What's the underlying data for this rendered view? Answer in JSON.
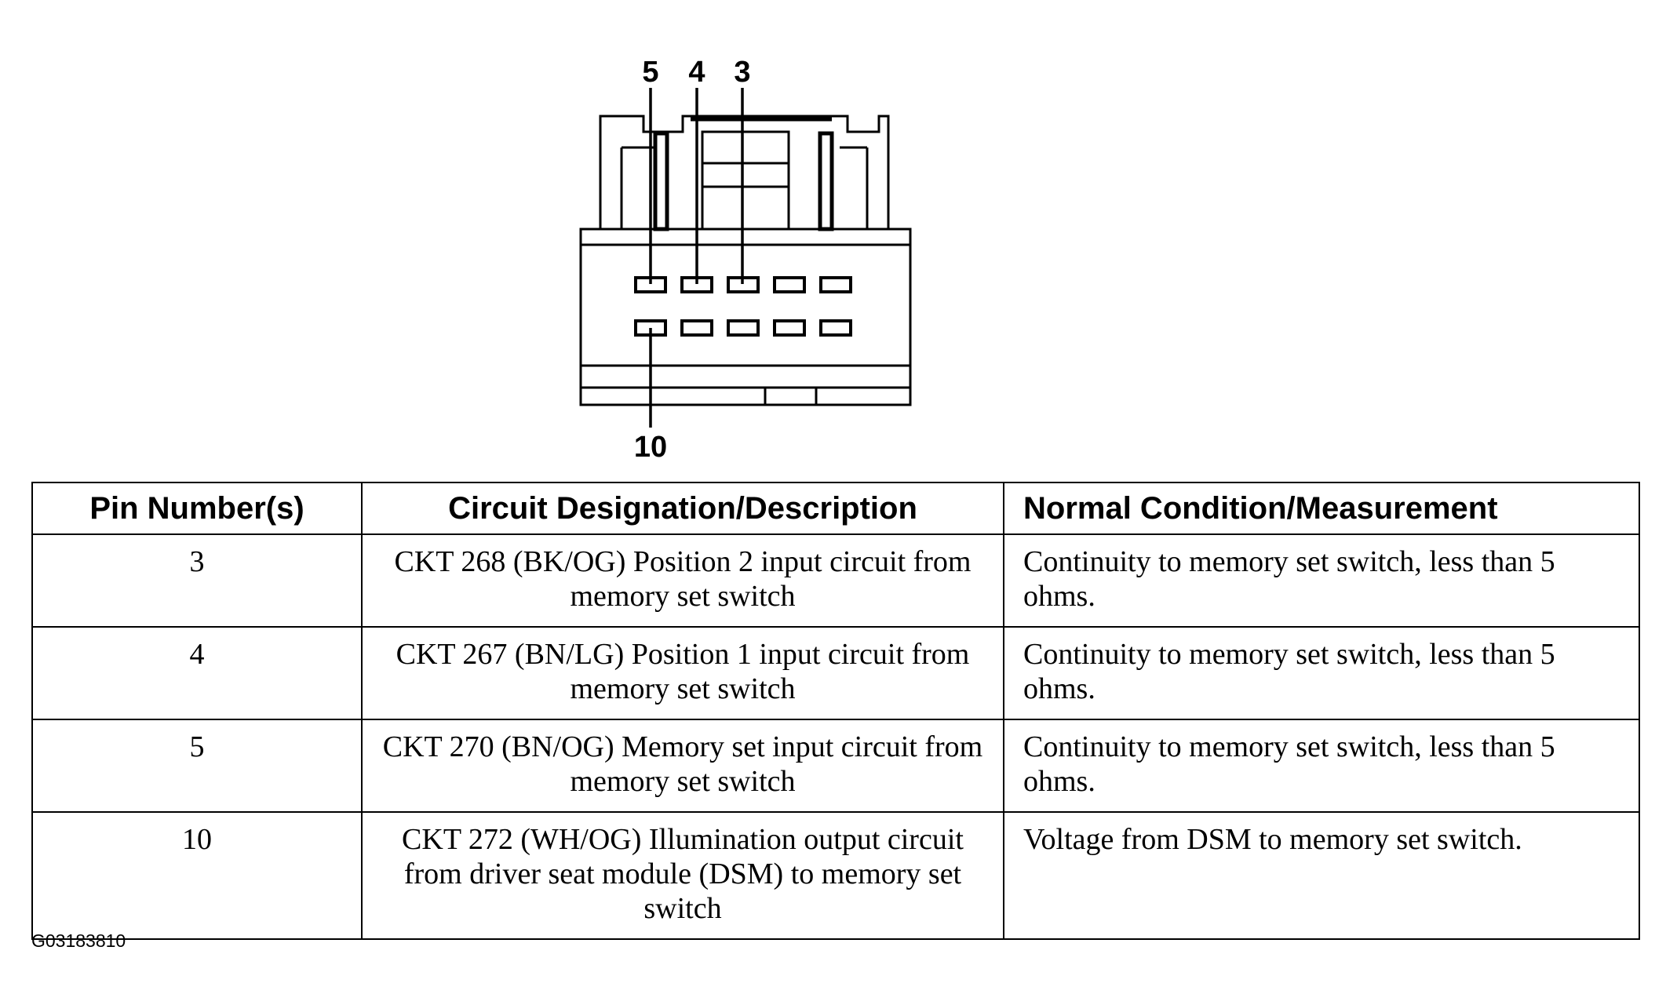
{
  "connector": {
    "top_labels": [
      "5",
      "4",
      "3"
    ],
    "bottom_label": "10"
  },
  "table": {
    "headers": [
      "Pin Number(s)",
      "Circuit Designation/Description",
      "Normal Condition/Measurement"
    ],
    "rows": [
      {
        "pin": "3",
        "description": "CKT 268 (BK/OG) Position 2 input circuit from memory set switch",
        "condition": "Continuity to memory set switch, less than 5 ohms."
      },
      {
        "pin": "4",
        "description": "CKT 267 (BN/LG) Position 1 input circuit from memory set switch",
        "condition": "Continuity to memory set switch, less than 5 ohms."
      },
      {
        "pin": "5",
        "description": "CKT 270 (BN/OG) Memory set input circuit from memory set switch",
        "condition": "Continuity to memory set switch, less than 5 ohms."
      },
      {
        "pin": "10",
        "description": "CKT 272 (WH/OG) Illumination output circuit from driver seat module (DSM) to memory set switch",
        "condition": "Voltage from DSM to memory set switch."
      }
    ]
  },
  "figure_code": "G03183810"
}
